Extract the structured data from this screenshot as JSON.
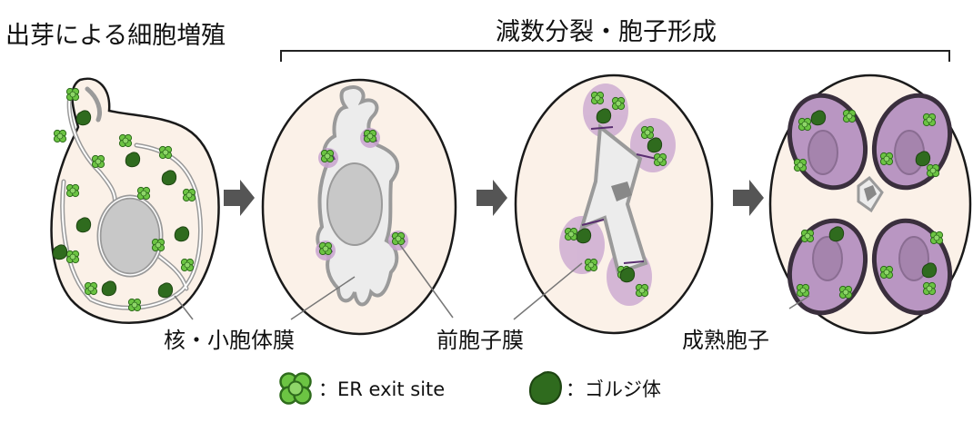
{
  "labels": {
    "budding": "出芽による細胞増殖",
    "meiosis": "減数分裂・胞子形成",
    "nuclear_membrane": "核・小胞体膜",
    "prospore_membrane": "前胞子膜",
    "mature_spore": "成熟胞子"
  },
  "legend": {
    "er_exit_site": "：ER exit site",
    "golgi": "：ゴルジ体"
  },
  "colors": {
    "cell_fill": "#fbf1e8",
    "cell_outline": "#1a1a1a",
    "er_membrane": "#9a9a9a",
    "nucleus": "#c8c8c8",
    "er_exit_green": "#5fbf3a",
    "golgi_green": "#2f6b1e",
    "prospore_purple": "#c8a3cf",
    "spore_wall": "#3a2f3d",
    "arrow": "#555555"
  }
}
